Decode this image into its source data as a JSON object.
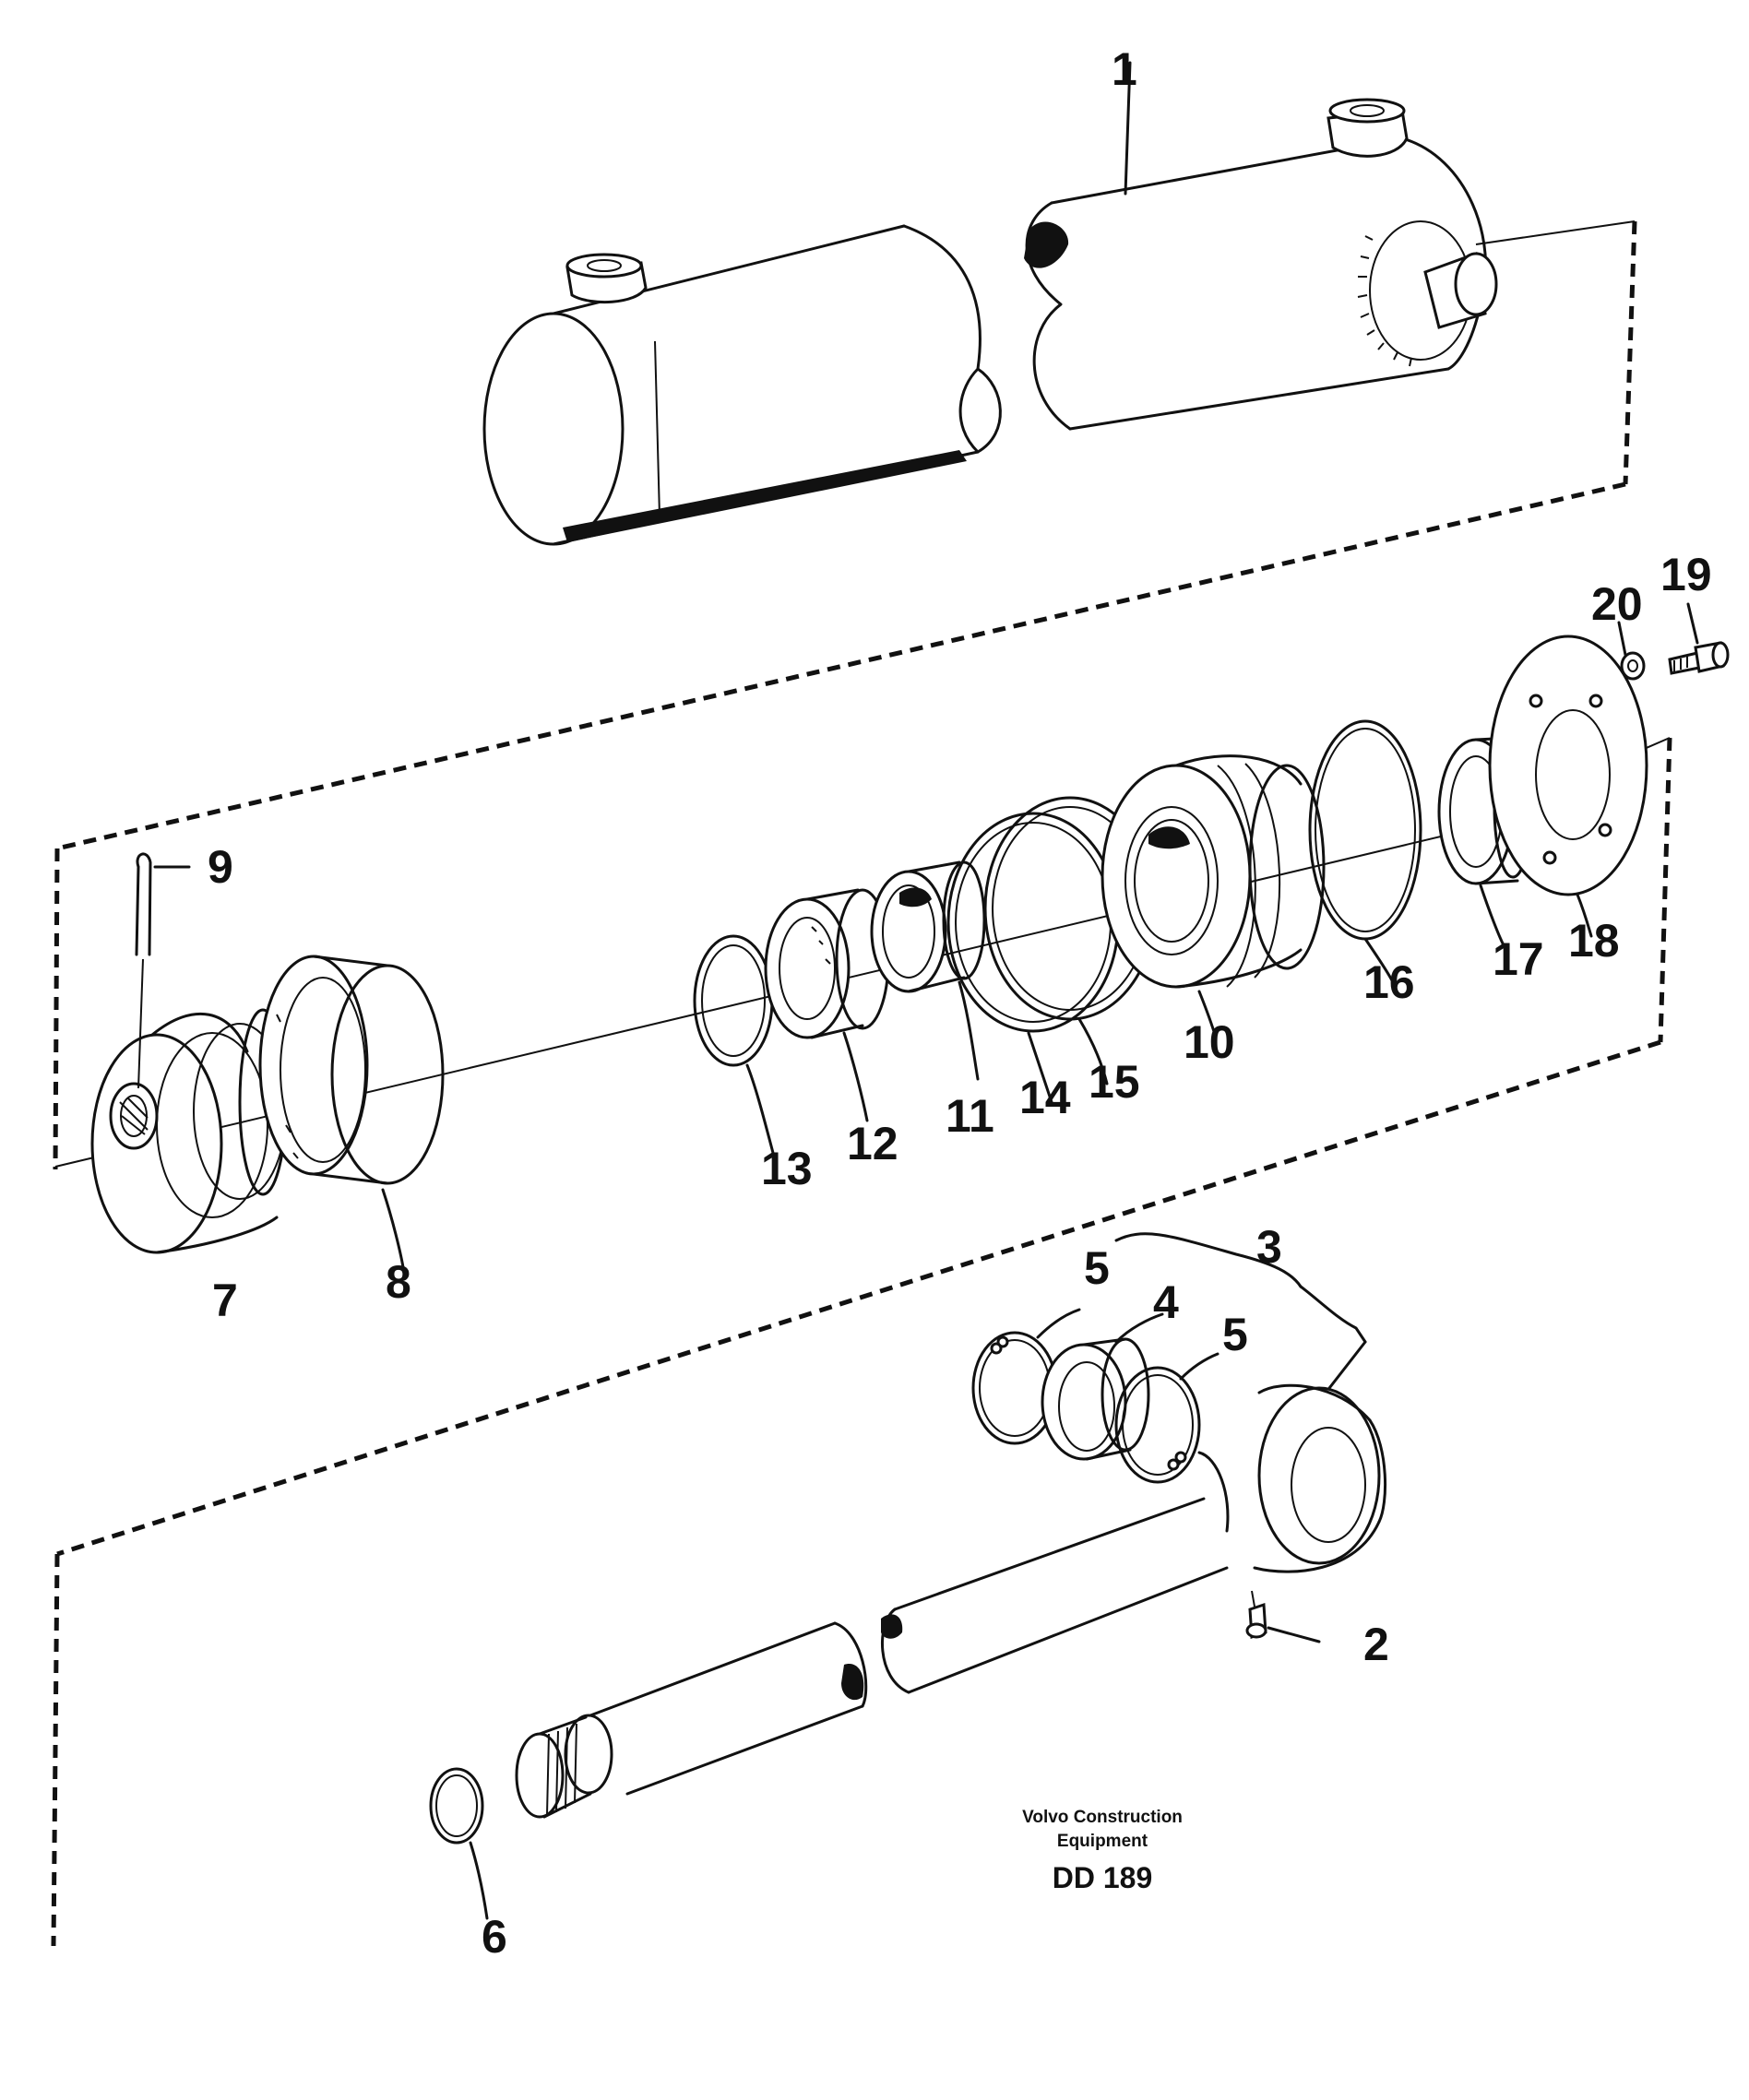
{
  "callouts": [
    {
      "id": "1",
      "text": "1"
    },
    {
      "id": "2",
      "text": "2"
    },
    {
      "id": "3",
      "text": "3"
    },
    {
      "id": "4",
      "text": "4"
    },
    {
      "id": "5a",
      "text": "5"
    },
    {
      "id": "5b",
      "text": "5"
    },
    {
      "id": "6",
      "text": "6"
    },
    {
      "id": "7",
      "text": "7"
    },
    {
      "id": "8",
      "text": "8"
    },
    {
      "id": "9",
      "text": "9"
    },
    {
      "id": "10",
      "text": "10"
    },
    {
      "id": "11",
      "text": "11"
    },
    {
      "id": "12",
      "text": "12"
    },
    {
      "id": "13",
      "text": "13"
    },
    {
      "id": "14",
      "text": "14"
    },
    {
      "id": "15",
      "text": "15"
    },
    {
      "id": "16",
      "text": "16"
    },
    {
      "id": "17",
      "text": "17"
    },
    {
      "id": "18",
      "text": "18"
    },
    {
      "id": "19",
      "text": "19"
    },
    {
      "id": "20",
      "text": "20"
    }
  ],
  "caption": {
    "line1": "Volvo Construction",
    "line2": "Equipment",
    "code": "DD 189"
  }
}
